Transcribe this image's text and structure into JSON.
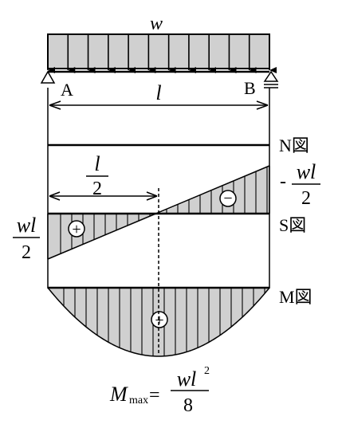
{
  "load": {
    "symbol": "w"
  },
  "supports": {
    "left": "A",
    "right": "B"
  },
  "span": {
    "symbol": "l"
  },
  "diagrams": {
    "normal_force": {
      "label": "N図"
    },
    "shear_force": {
      "label": "S図",
      "left_value": {
        "numerator": "wl",
        "denominator": "2"
      },
      "right_value": {
        "sign": "-",
        "numerator": "wl",
        "denominator": "2"
      },
      "zero_crossing": {
        "numerator": "l",
        "denominator": "2"
      },
      "left_sign": "+",
      "right_sign": "−"
    },
    "bending_moment": {
      "label": "M図",
      "sign": "+"
    }
  },
  "formula": {
    "variable": "M",
    "subscript": "max",
    "equals": "=",
    "numerator": "wl",
    "exponent": "2",
    "denominator": "8"
  }
}
